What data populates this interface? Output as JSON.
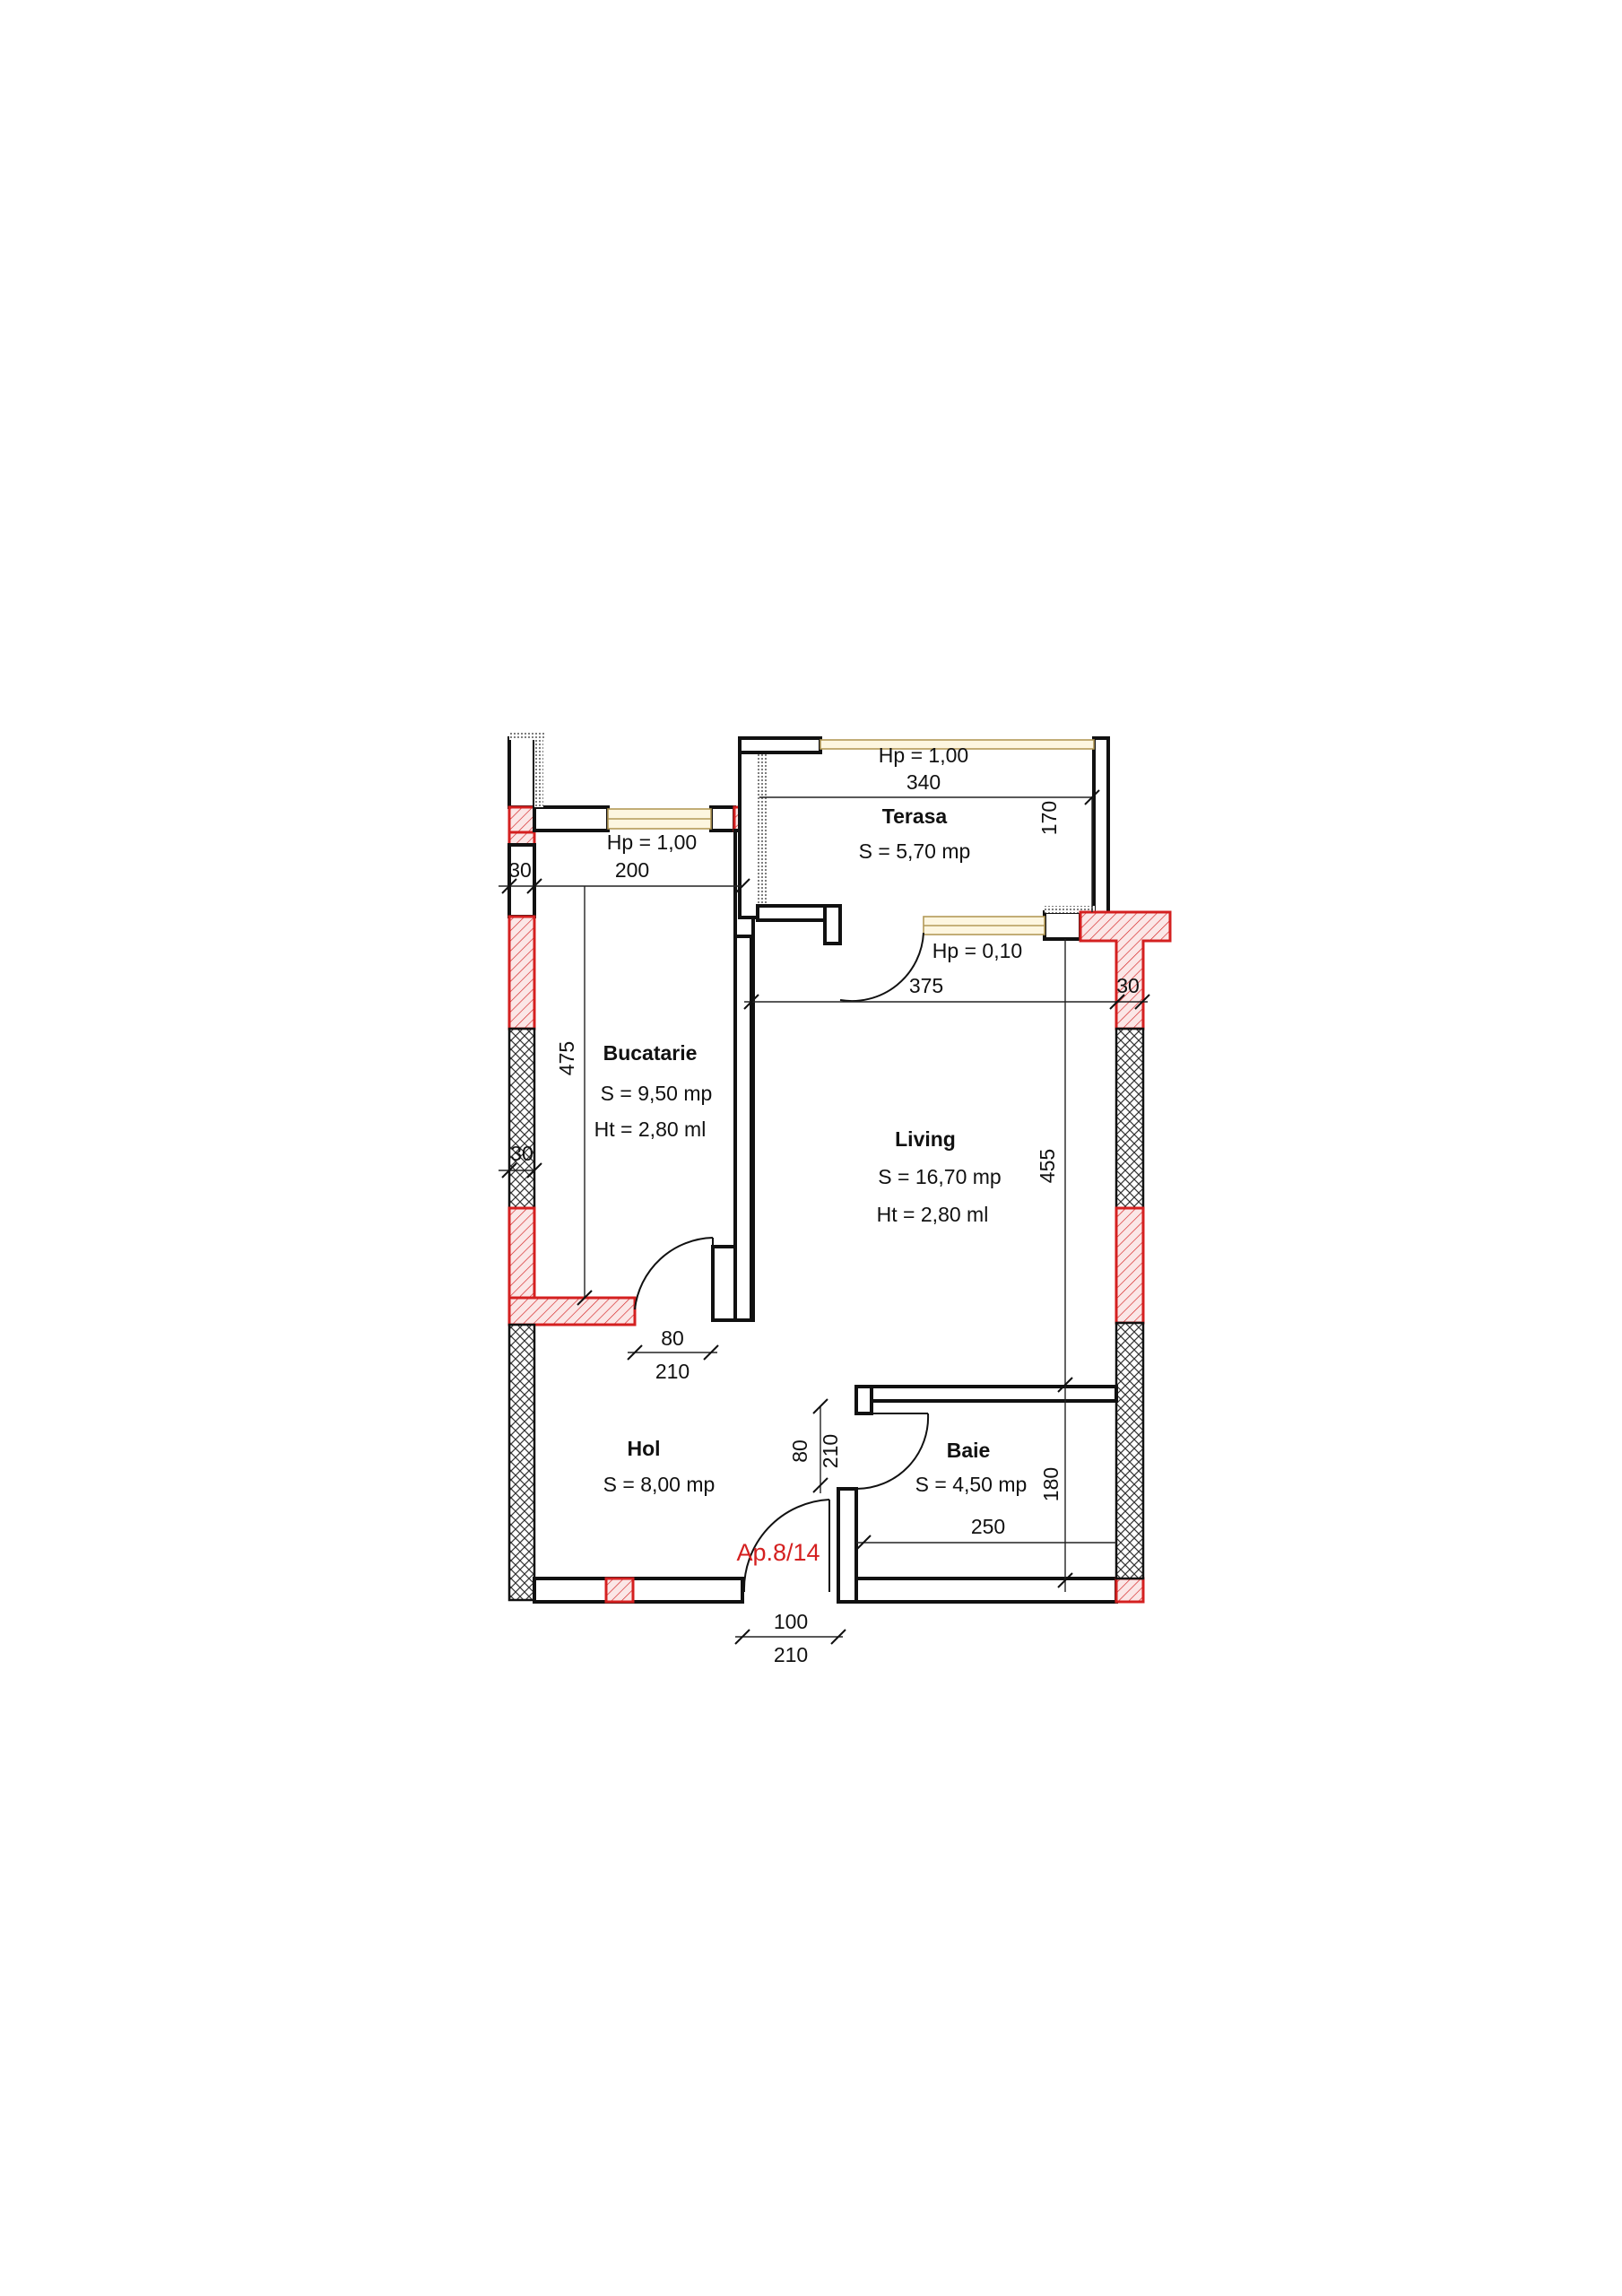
{
  "colors": {
    "wall": "#111111",
    "structure_hatch": "#d42020",
    "window": "#c8b070",
    "apartment_label": "#d42020"
  },
  "apartment_label": "Ap.8/14",
  "rooms": {
    "terasa": {
      "name": "Terasa",
      "area": "S = 5,70 mp"
    },
    "bucatarie": {
      "name": "Bucatarie",
      "area": "S = 9,50 mp",
      "height": "Ht = 2,80 ml"
    },
    "living": {
      "name": "Living",
      "area": "S = 16,70 mp",
      "height": "Ht = 2,80 ml"
    },
    "hol": {
      "name": "Hol",
      "area": "S = 8,00 mp"
    },
    "baie": {
      "name": "Baie",
      "area": "S = 4,50 mp"
    }
  },
  "windows": {
    "terasa_top": "Hp = 1,00",
    "kitchen": "Hp = 1,00",
    "terasa_living": "Hp = 0,10"
  },
  "dimensions": {
    "terasa_width": "340",
    "terasa_depth": "170",
    "kitchen_width": "200",
    "kitchen_wall_top": "30",
    "kitchen_length": "475",
    "kitchen_wall_mid": "30",
    "living_width": "375",
    "living_wall": "30",
    "living_length": "455",
    "kitchen_door_width": "80",
    "kitchen_door_height": "210",
    "bath_door_width": "80",
    "bath_door_height": "210",
    "bath_length": "180",
    "bath_width": "250",
    "entry_door_width": "100",
    "entry_door_height": "210"
  }
}
